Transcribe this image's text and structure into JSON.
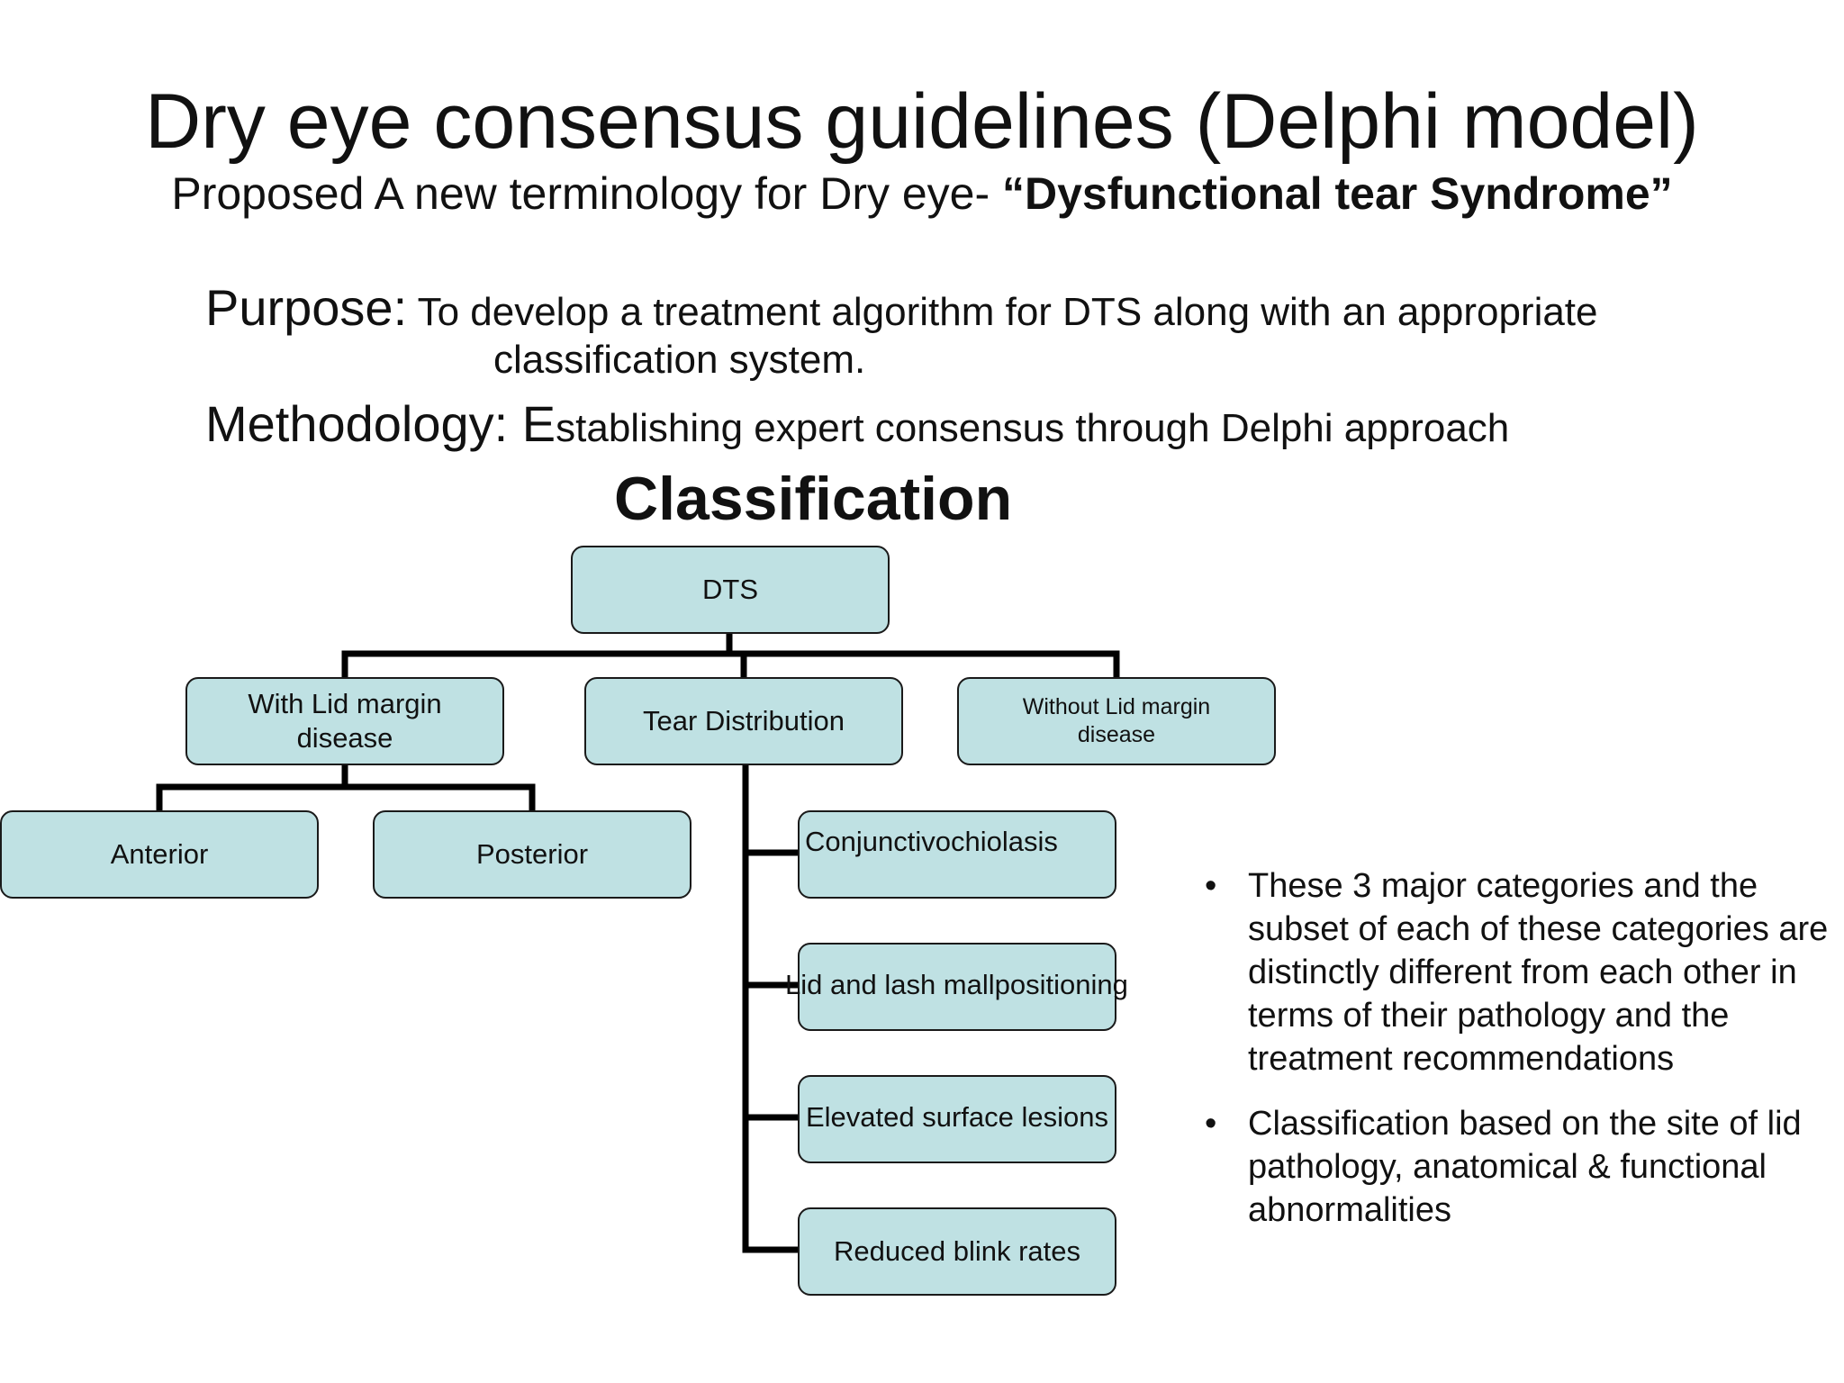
{
  "slide": {
    "title": "Dry eye consensus guidelines (Delphi model)",
    "subtitle_prefix": "Proposed A new terminology for Dry eye- ",
    "subtitle_emphasis": "“Dysfunctional tear Syndrome”",
    "purpose_label": "Purpose:",
    "purpose_text": " To develop a treatment algorithm for DTS along with an appropriate",
    "purpose_text_cont": "classification system.",
    "methodology_label": "Methodology: E",
    "methodology_text": "stablishing expert consensus through Delphi approach",
    "classification_heading": "Classification"
  },
  "diagram": {
    "root": "DTS",
    "level1": {
      "with_lid": "With Lid margin disease",
      "tear_distribution": "Tear Distribution",
      "without_lid": "Without Lid margin disease"
    },
    "with_lid_children": [
      "Anterior",
      "Posterior"
    ],
    "tear_children": [
      "Conjunctivochiolasis",
      "Lid and lash mallpositioning",
      "Elevated surface lesions",
      "Reduced blink rates"
    ]
  },
  "notes": {
    "bullet": "•",
    "items": [
      " These 3 major categories and the subset of each of these categories are distinctly different from each other in terms of their pathology and the treatment recommendations",
      "Classification based on the site of lid pathology, anatomical & functional abnormalities"
    ]
  }
}
